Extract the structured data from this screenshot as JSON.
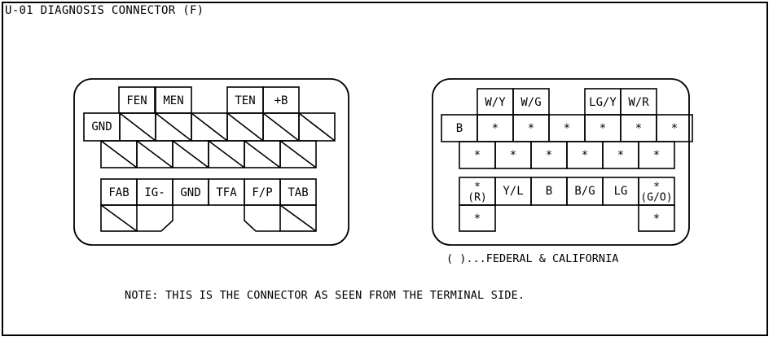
{
  "title": "U-01 DIAGNOSIS CONNECTOR (F)",
  "left_connector": {
    "row1": [
      "FEN",
      "MEN",
      "TEN",
      "+B"
    ],
    "row2_first": "GND",
    "row3": [
      "FAB",
      "IG-",
      "GND",
      "TFA",
      "F/P",
      "TAB"
    ]
  },
  "right_connector": {
    "row1": [
      "W/Y",
      "W/G",
      "LG/Y",
      "W/R"
    ],
    "row2": [
      "B",
      "*",
      "*",
      "*",
      "*",
      "*",
      "*"
    ],
    "row3": [
      "*",
      "*",
      "*",
      "*",
      "*",
      "*"
    ],
    "row4": [
      "*\n(R)",
      "Y/L",
      "B",
      "B/G",
      "LG",
      "*\n(G/O)"
    ],
    "row5": [
      "*",
      "*"
    ]
  },
  "legend_note": "( )...FEDERAL & CALIFORNIA",
  "note": "NOTE:  THIS IS THE CONNECTOR AS SEEN FROM THE TERMINAL SIDE."
}
